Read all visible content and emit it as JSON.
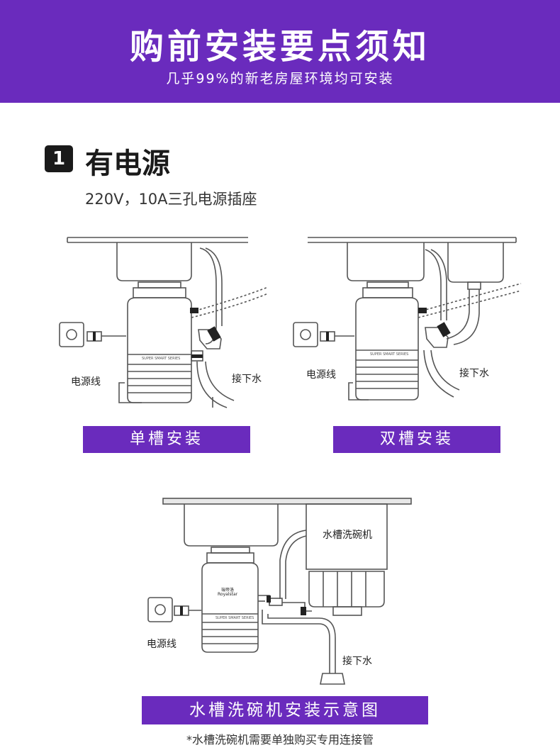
{
  "banner": {
    "title": "购前安装要点须知",
    "subtitle": "几乎99%的新老房屋环境均可安装"
  },
  "section": {
    "number": "1",
    "title": "有电源",
    "description": "220V，10A三孔电源插座"
  },
  "diagram_single": {
    "power_label": "电源线",
    "drain_label": "接下水",
    "unit_text": "SUPER SMART SERIES",
    "caption": "单槽安装"
  },
  "diagram_double": {
    "power_label": "电源线",
    "drain_label": "接下水",
    "unit_text": "SUPER SMART SERIES",
    "caption": "双槽安装"
  },
  "diagram_dishwasher": {
    "dishwasher_label": "水槽洗碗机",
    "power_label": "电源线",
    "drain_label": "接下水",
    "brand_cn": "瑞帝洛",
    "brand_en": "Royalstar",
    "unit_text": "SUPER SMART SERIES",
    "caption": "水槽洗碗机安装示意图"
  },
  "footnote": "*水槽洗碗机需要单独购买专用连接管",
  "colors": {
    "accent": "#6a2bbd",
    "line": "#555555"
  }
}
